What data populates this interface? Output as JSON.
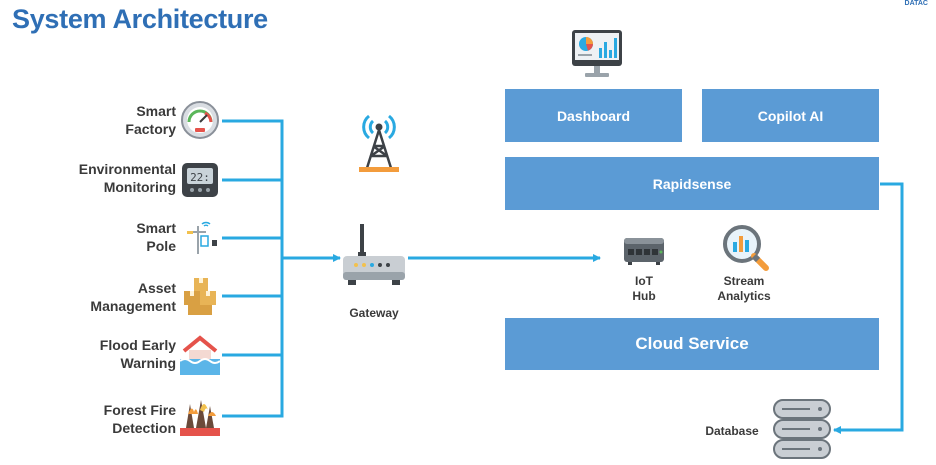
{
  "header": {
    "title": "System Architecture",
    "brand": "DATAC"
  },
  "devices": [
    {
      "label": "Smart\nFactory",
      "icon": "gauge-icon"
    },
    {
      "label": "Environmental\nMonitoring",
      "icon": "thermostat-display-icon"
    },
    {
      "label": "Smart\nPole",
      "icon": "smart-pole-icon"
    },
    {
      "label": "Asset\nManagement",
      "icon": "boxes-icon"
    },
    {
      "label": "Flood Early\nWarning",
      "icon": "flood-house-icon"
    },
    {
      "label": "Forest Fire\nDetection",
      "icon": "forest-fire-icon"
    }
  ],
  "gateway": {
    "label": "Gateway",
    "icon": "router-icon",
    "tower_icon": "radio-tower-icon"
  },
  "cloud": {
    "dashboard": "Dashboard",
    "copilot": "Copilot AI",
    "rapidsense": "Rapidsense",
    "iot_hub": "IoT\nHub",
    "stream_analytics": "Stream\nAnalytics",
    "cloud_service": "Cloud Service",
    "monitor_icon": "monitor-chart-icon"
  },
  "database": {
    "label": "Database",
    "icon": "database-icon"
  },
  "colors": {
    "accent": "#2f6fb5",
    "box": "#5b9bd5",
    "line": "#29a9e1"
  }
}
